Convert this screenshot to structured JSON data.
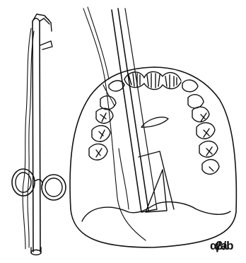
{
  "figure": {
    "panels": [
      {
        "id": "instrument",
        "label": "α/a"
      },
      {
        "id": "palate",
        "label": "β/b"
      }
    ]
  },
  "colors": {
    "ink": "#111111",
    "background": "#ffffff"
  }
}
